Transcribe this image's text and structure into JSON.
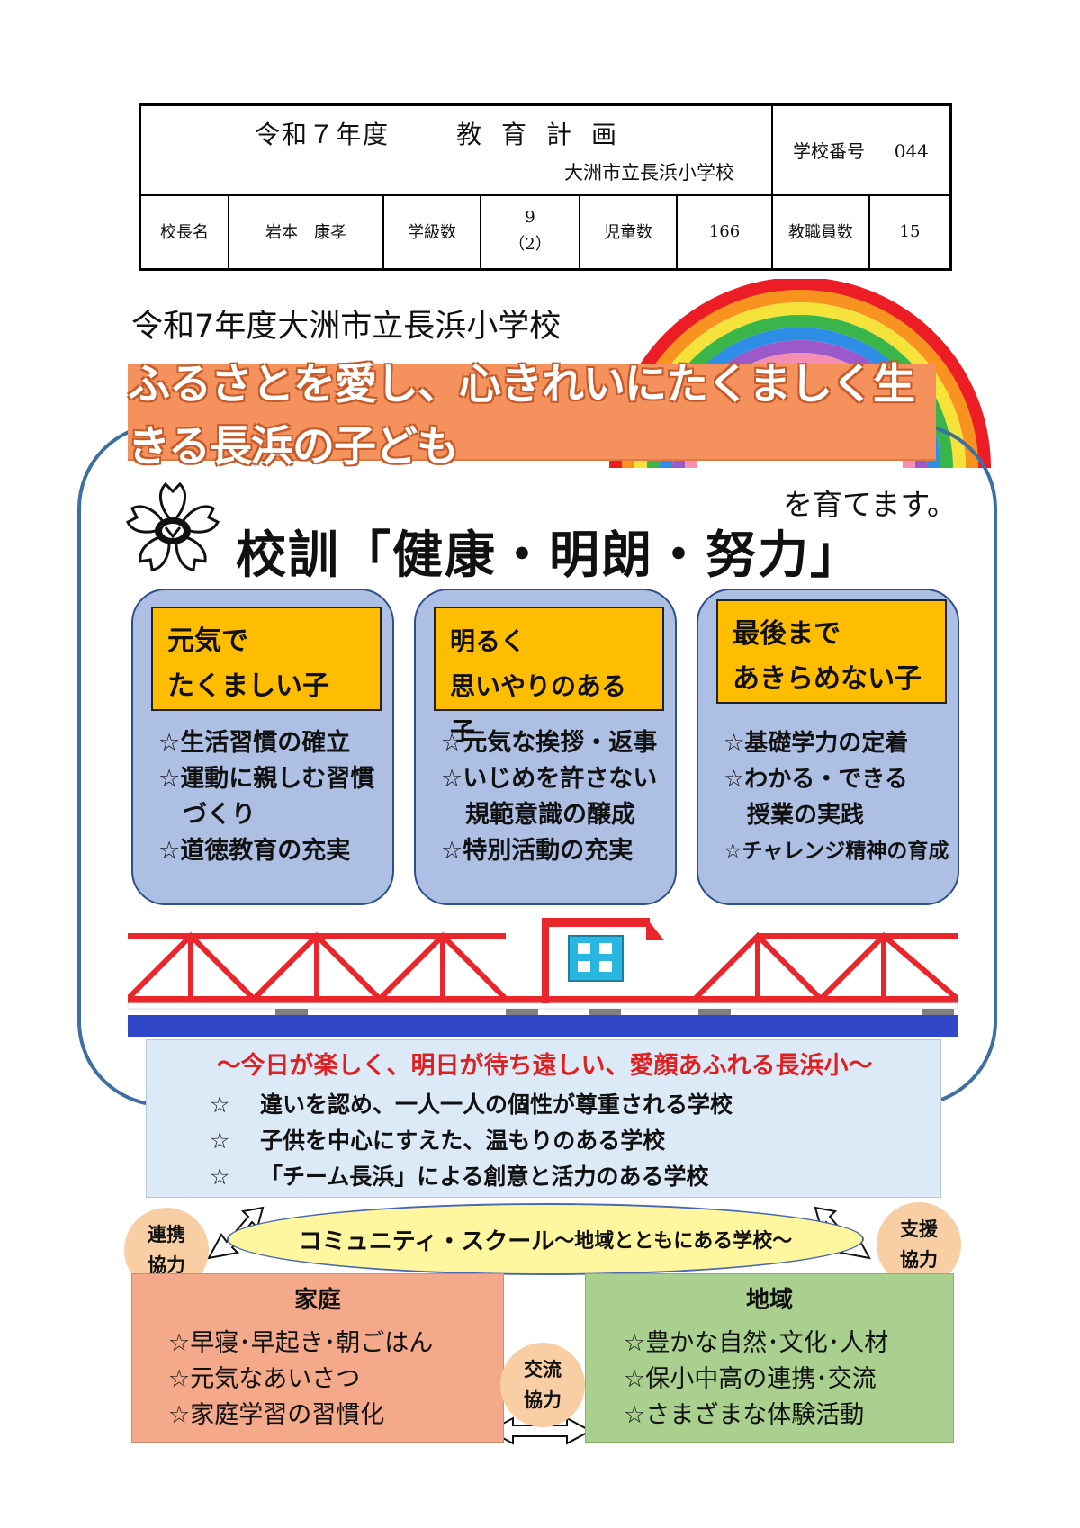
{
  "header": {
    "year": "令和７年度",
    "title": "教育計画",
    "school": "大洲市立長浜小学校",
    "school_number_label": "学校番号",
    "school_number": "044",
    "principal_label": "校長名",
    "principal": "岩本　康孝",
    "classes_label": "学級数",
    "classes": "9",
    "classes_sub": "（2）",
    "students_label": "児童数",
    "students": "166",
    "staff_label": "教職員数",
    "staff": "15"
  },
  "poster": {
    "title": "令和7年度大洲市立長浜小学校",
    "slogan": "ふるさとを愛し、心きれいにたくましく生きる長浜の子ども",
    "slogan_suffix": "を育てます。",
    "motto": "校訓「健康・明朗・努力」"
  },
  "columns": [
    {
      "head": [
        "元気で",
        "たくましい子"
      ],
      "items": [
        "☆生活習慣の確立",
        "☆運動に親しむ習慣",
        "　づくり",
        "☆道徳教育の充実"
      ]
    },
    {
      "head": [
        "明るく",
        "思いやりのある子"
      ],
      "items": [
        "☆元気な挨拶・返事",
        "☆いじめを許さない",
        "　規範意識の醸成",
        "☆特別活動の充実"
      ]
    },
    {
      "head": [
        "最後まで",
        "あきらめない子"
      ],
      "items": [
        "☆基礎学力の定着",
        "☆わかる・できる",
        "　授業の実践",
        "☆チャレンジ精神の育成"
      ]
    }
  ],
  "vision": {
    "title": "～今日が楽しく、明日が待ち遠しい、愛顔あふれる長浜小～",
    "star": "☆",
    "items": [
      "違いを認め、一人一人の個性が尊重される学校",
      "子供を中心にすえた、温もりのある学校",
      "「チーム長浜」による創意と活力のある学校"
    ]
  },
  "community": {
    "main": "コミュニティ・スクール",
    "sub": "～地域とともにある学校～",
    "left_bubble": [
      "連携",
      "協力"
    ],
    "right_bubble": [
      "支援",
      "協力"
    ],
    "center_bubble": [
      "交流",
      "協力"
    ]
  },
  "home": {
    "title": "家庭",
    "items": [
      "☆早寝･早起き･朝ごはん",
      "☆元気なあいさつ",
      "☆家庭学習の習慣化"
    ]
  },
  "area": {
    "title": "地域",
    "items": [
      "☆豊かな自然･文化･人材",
      "☆保小中高の連携･交流",
      "☆さまざまな体験活動"
    ]
  },
  "colors": {
    "slogan_bg": "#f4915c",
    "column_bg": "#aebfe4",
    "column_head": "#ffbd00",
    "bridge_red": "#e8262b",
    "river_blue": "#2f47c8",
    "vision_bg": "#dce9f7",
    "vision_title": "#e02020",
    "ellipse_bg": "#fff7a0",
    "home_bg": "#f4a98a",
    "area_bg": "#a9d08e"
  }
}
